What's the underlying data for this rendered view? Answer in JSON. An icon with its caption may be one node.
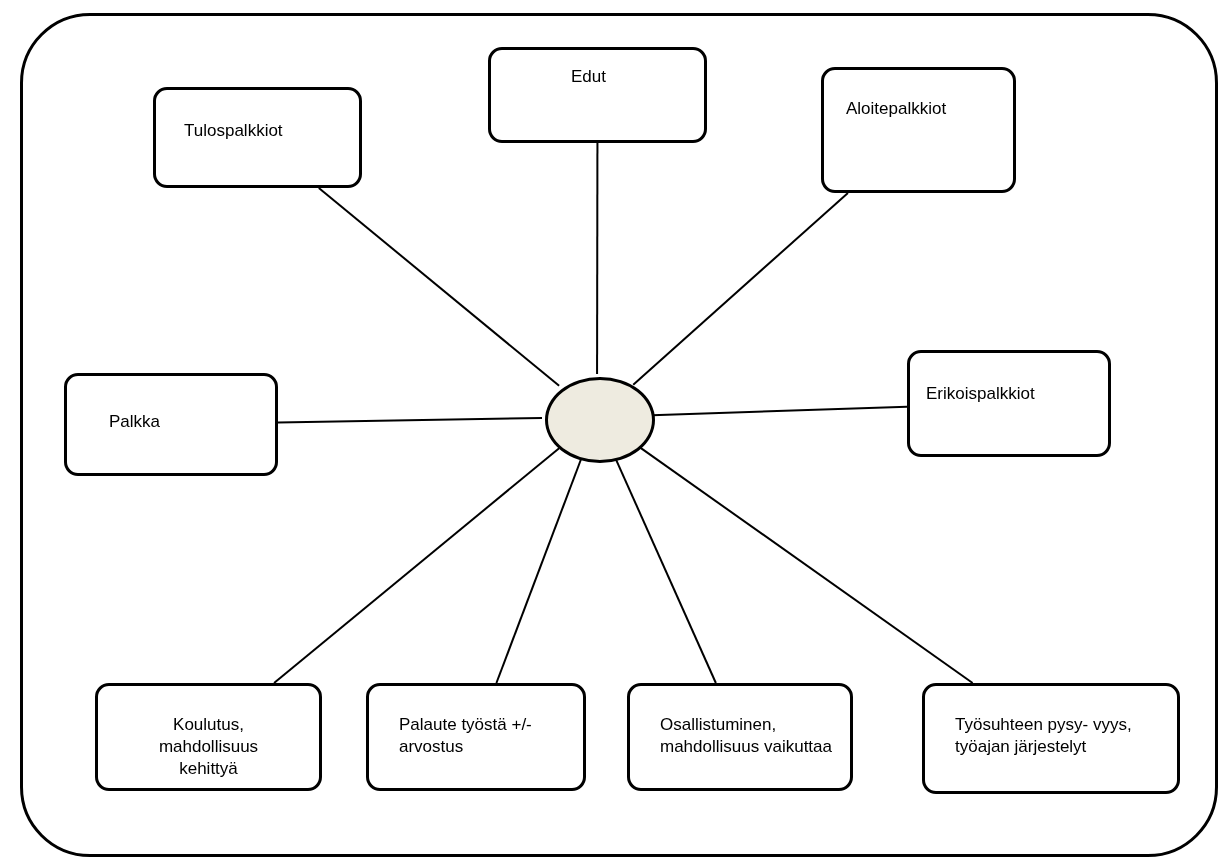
{
  "diagram": {
    "nodes": [
      {
        "text": [],
        "shape": "box"
      },
      {
        "text": [
          "Edut"
        ],
        "in": 0
      },
      {
        "text": [
          "Tulospalkkiot"
        ],
        "in": 0
      },
      {
        "text": [
          "Aloitepalkkiot"
        ],
        "in": 0
      },
      {
        "text": [
          "Palkka"
        ],
        "in": 0
      },
      {
        "text": [],
        "shape": "circle",
        "in": 0
      },
      {
        "text": [
          "Erikoispalkkiot"
        ],
        "in": 0
      },
      {
        "text": [
          "Koulutus, mahdollisuus kehittyä"
        ],
        "in": 0
      },
      {
        "text": [
          "Palaute työstä +/-      arvostus"
        ],
        "in": 0
      },
      {
        "text": [
          "Osallistuminen, mahdollisuus vaikuttaa"
        ],
        "in": 0
      },
      {
        "text": [
          "Työsuhteen pysy- vyys, työajan järjestelyt"
        ],
        "in": 0
      }
    ],
    "edges": [
      {
        "from": 5,
        "to": 1,
        "arrow": "none"
      },
      {
        "from": 5,
        "to": 2,
        "arrow": "none"
      },
      {
        "from": 5,
        "to": 3,
        "arrow": "none"
      },
      {
        "from": 5,
        "to": 4,
        "arrow": "none"
      },
      {
        "from": 5,
        "to": 6,
        "arrow": "none"
      },
      {
        "from": 5,
        "to": 7,
        "arrow": "none"
      },
      {
        "from": 5,
        "to": 8,
        "arrow": "none"
      },
      {
        "from": 5,
        "to": 9,
        "arrow": "none"
      },
      {
        "from": 5,
        "to": 10,
        "arrow": "none"
      }
    ]
  }
}
